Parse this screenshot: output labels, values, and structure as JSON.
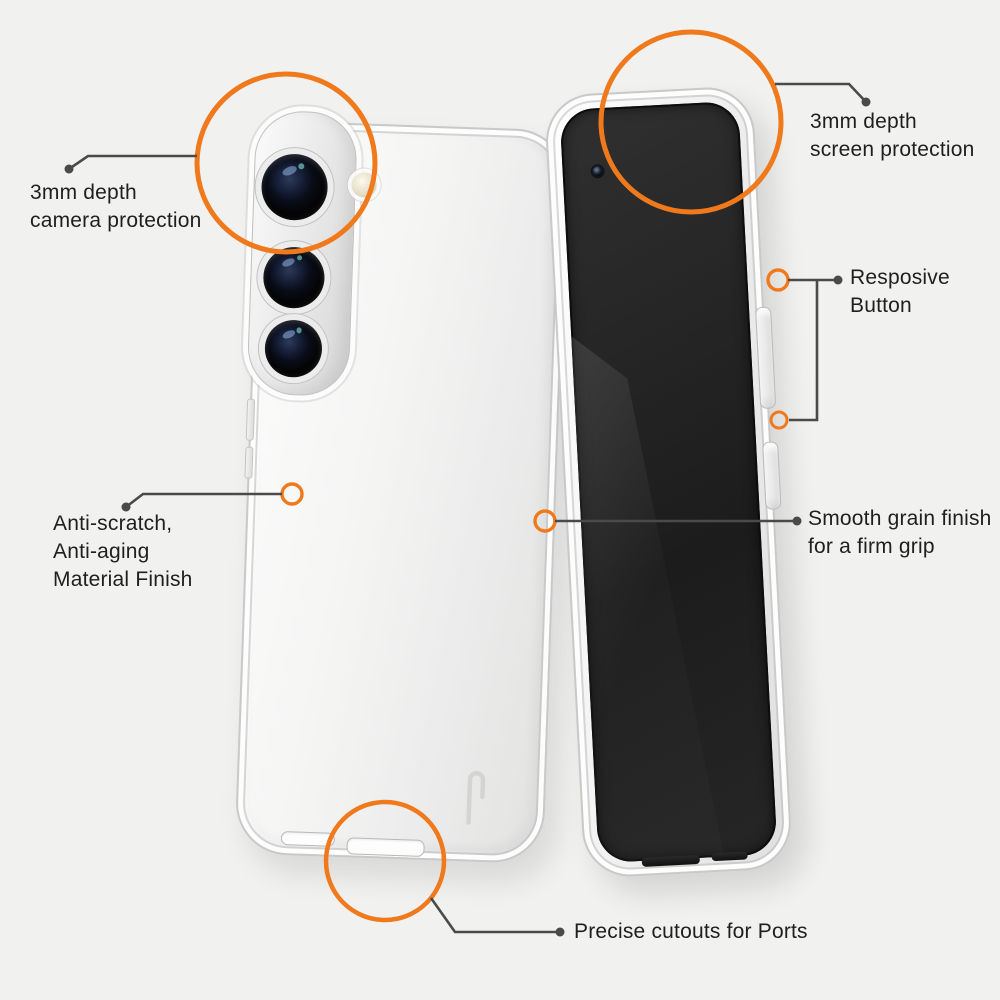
{
  "theme": {
    "background": "#f1f1f0",
    "accent": "#f0791c",
    "leader_line": "#4a4a4a",
    "text": "#1f1f1f"
  },
  "product": {
    "left_view": "phone back in clear protective case",
    "right_view": "phone front in clear protective case"
  },
  "callouts": {
    "camera": {
      "label": "3mm depth\ncamera protection"
    },
    "screen": {
      "label": "3mm depth\nscreen protection"
    },
    "responsive_button": {
      "label": "Resposive\nButton"
    },
    "material": {
      "label": "Anti-scratch,\nAnti-aging\nMaterial Finish"
    },
    "grip": {
      "label": "Smooth grain finish\nfor a firm grip"
    },
    "ports": {
      "label": "Precise cutouts for Ports"
    }
  }
}
